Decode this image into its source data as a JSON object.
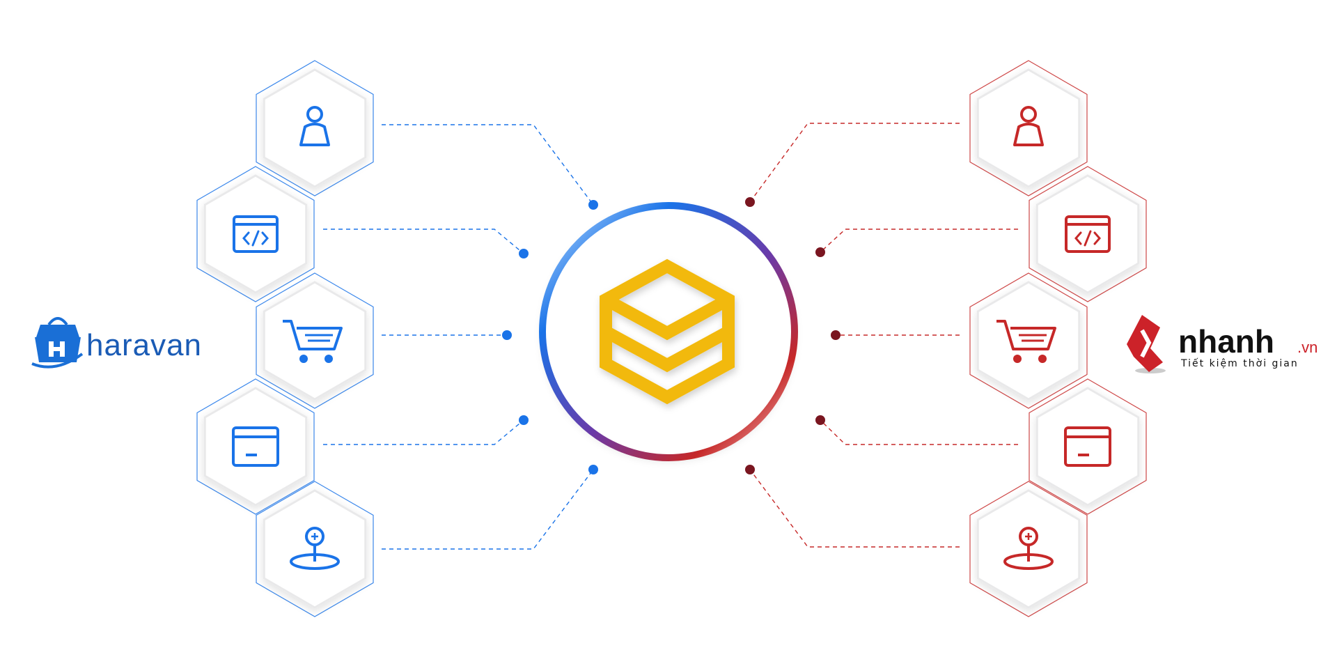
{
  "left_brand": {
    "name": "haravan",
    "color": "#1a6fd6"
  },
  "right_brand": {
    "name": "nhanh",
    "suffix": ".vn",
    "tagline": "Tiết kiệm thời gian",
    "color": "#cc2229"
  },
  "center_logo": {
    "color": "#f2b90c"
  },
  "colors": {
    "left_accent": "#1a73e8",
    "right_accent": "#c62828",
    "right_dot": "#7a1620",
    "hex_shadow": "#e9e9ea"
  },
  "left_nodes": [
    {
      "icon": "user-icon"
    },
    {
      "icon": "code-window-icon"
    },
    {
      "icon": "cart-icon"
    },
    {
      "icon": "card-icon"
    },
    {
      "icon": "location-pin-icon"
    }
  ],
  "right_nodes": [
    {
      "icon": "user-icon"
    },
    {
      "icon": "code-window-icon"
    },
    {
      "icon": "cart-icon"
    },
    {
      "icon": "card-icon"
    },
    {
      "icon": "location-pin-icon"
    }
  ]
}
